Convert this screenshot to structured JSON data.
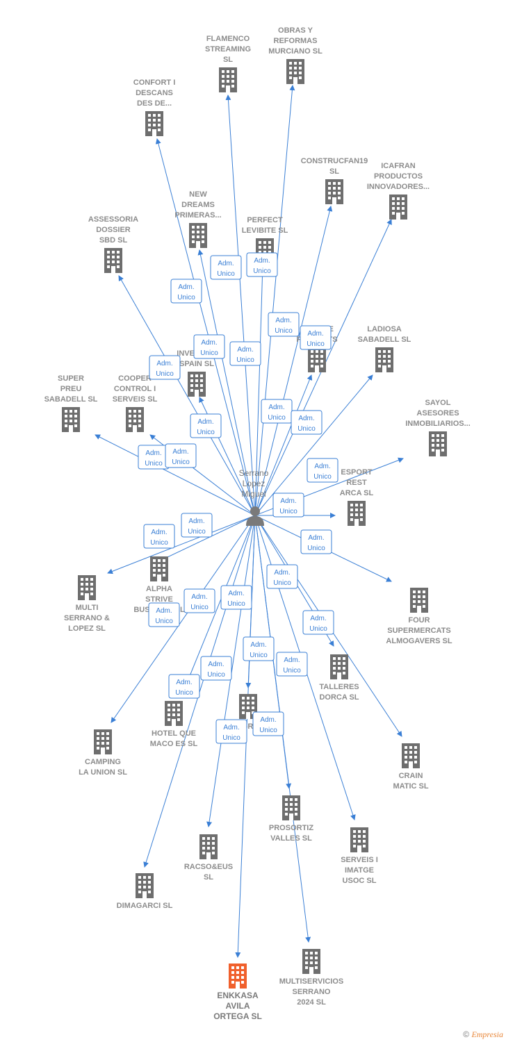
{
  "person": {
    "name_lines": [
      "Serrano",
      "Lopez",
      "Miguel"
    ]
  },
  "role_label_lines": [
    "Adm.",
    "Unico"
  ],
  "companies": [
    {
      "id": "flamenco",
      "lines": [
        "FLAMENCO",
        "STREAMING",
        "SL"
      ]
    },
    {
      "id": "obras",
      "lines": [
        "OBRAS Y",
        "REFORMAS",
        "MURCIANO  SL"
      ]
    },
    {
      "id": "confort",
      "lines": [
        "CONFORT I",
        "DESCANS",
        "DES DE..."
      ]
    },
    {
      "id": "construcfan",
      "lines": [
        "CONSTRUCFAN19",
        "SL"
      ]
    },
    {
      "id": "icafran",
      "lines": [
        "ICAFRAN",
        "PRODUCTOS",
        "INNOVADORES..."
      ]
    },
    {
      "id": "newdreams",
      "lines": [
        "NEW",
        "DREAMS",
        "PRIMERAS..."
      ]
    },
    {
      "id": "assessoria",
      "lines": [
        "ASSESSORIA",
        "DOSSIER",
        "SBD SL"
      ]
    },
    {
      "id": "perfect",
      "lines": [
        "PERFECT",
        "LEVIBITE  SL"
      ]
    },
    {
      "id": "grande",
      "lines": [
        "GRANDE",
        "PROJECTS"
      ]
    },
    {
      "id": "ladiosa",
      "lines": [
        "LADIOSA",
        "SABADELL SL"
      ]
    },
    {
      "id": "inverlam",
      "lines": [
        "INVERLAM",
        "SPAIN  SL"
      ]
    },
    {
      "id": "super",
      "lines": [
        "SUPER",
        "PREU",
        "SABADELL  SL"
      ]
    },
    {
      "id": "cooper",
      "lines": [
        "COOPER",
        "CONTROL I",
        "SERVEIS  SL"
      ]
    },
    {
      "id": "sayol",
      "lines": [
        "SAYOL",
        "ASESORES",
        "INMOBILIARIOS..."
      ]
    },
    {
      "id": "esport",
      "lines": [
        "ESPORT",
        "REST",
        "ARCA SL"
      ]
    },
    {
      "id": "alpha",
      "lines": [
        "ALPHA",
        "STRIVE",
        "BUSINESS  SL"
      ]
    },
    {
      "id": "multiserrano",
      "lines": [
        "MULTI",
        "SERRANO &",
        "LOPEZ  SL"
      ]
    },
    {
      "id": "four",
      "lines": [
        "FOUR",
        "SUPERMERCATS",
        "ALMOGAVERS SL"
      ]
    },
    {
      "id": "talleres",
      "lines": [
        "TALLERES",
        "DORCA  SL"
      ]
    },
    {
      "id": "hotelque",
      "lines": [
        "HOTEL QUE",
        "MACO ES  SL"
      ]
    },
    {
      "id": "fongramu",
      "lines": [
        "FONGRAMU"
      ]
    },
    {
      "id": "camping",
      "lines": [
        "CAMPING",
        "LA UNION SL"
      ]
    },
    {
      "id": "crain",
      "lines": [
        "CRAIN",
        "MATIC  SL"
      ]
    },
    {
      "id": "prosortiz",
      "lines": [
        "PROSORTIZ",
        "VALLES SL"
      ]
    },
    {
      "id": "racso",
      "lines": [
        "RACSO&EUS",
        "SL"
      ]
    },
    {
      "id": "serveis",
      "lines": [
        "SERVEIS I",
        "IMATGE",
        "USOC SL"
      ]
    },
    {
      "id": "dimagarci",
      "lines": [
        "DIMAGARCI  SL"
      ]
    },
    {
      "id": "enkkasa",
      "lines": [
        "ENKKASA",
        "AVILA",
        "ORTEGA  SL"
      ],
      "highlight": true
    },
    {
      "id": "multiservicios",
      "lines": [
        "MULTISERVICIOS",
        "SERRANO",
        "2024  SL"
      ]
    }
  ],
  "colors": {
    "edge": "#3a7fd5",
    "building": "#6e6e6e",
    "building_highlight": "#f0602c",
    "label": "#8c8c8c",
    "person": "#7a7a7a"
  },
  "footer": {
    "copyright": "©",
    "brand": "Empresia"
  }
}
